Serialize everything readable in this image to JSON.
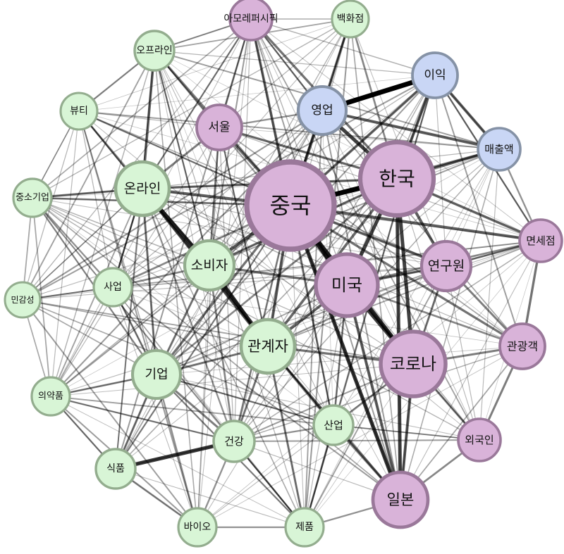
{
  "colors": {
    "purple_fill": "#d9b3d9",
    "purple_stroke": "#9a789a",
    "green_fill": "#d8f5d6",
    "green_stroke": "#93ad8e",
    "blue_fill": "#c9d6f5",
    "blue_stroke": "#8592a6",
    "edge": "#000000"
  },
  "nodes": [
    {
      "id": "amore",
      "label": "아모레퍼시픽",
      "group": "purple"
    },
    {
      "id": "department",
      "label": "백화점",
      "group": "green"
    },
    {
      "id": "offline",
      "label": "오프라인",
      "group": "green"
    },
    {
      "id": "profit",
      "label": "이익",
      "group": "blue"
    },
    {
      "id": "sales",
      "label": "영업",
      "group": "blue"
    },
    {
      "id": "beauty",
      "label": "뷰티",
      "group": "green"
    },
    {
      "id": "seoul",
      "label": "서울",
      "group": "purple"
    },
    {
      "id": "revenue",
      "label": "매출액",
      "group": "blue"
    },
    {
      "id": "korea",
      "label": "한국",
      "group": "purple"
    },
    {
      "id": "online",
      "label": "온라인",
      "group": "green"
    },
    {
      "id": "sme",
      "label": "중소기업",
      "group": "green"
    },
    {
      "id": "china",
      "label": "중국",
      "group": "purple"
    },
    {
      "id": "dutyfree",
      "label": "면세점",
      "group": "purple"
    },
    {
      "id": "consumer",
      "label": "소비자",
      "group": "green"
    },
    {
      "id": "researcher",
      "label": "연구원",
      "group": "purple"
    },
    {
      "id": "usa",
      "label": "미국",
      "group": "purple"
    },
    {
      "id": "business",
      "label": "사업",
      "group": "green"
    },
    {
      "id": "sensitive",
      "label": "민감성",
      "group": "green"
    },
    {
      "id": "official",
      "label": "관계자",
      "group": "green"
    },
    {
      "id": "tourist",
      "label": "관광객",
      "group": "purple"
    },
    {
      "id": "corona",
      "label": "코로나",
      "group": "purple"
    },
    {
      "id": "company",
      "label": "기업",
      "group": "green"
    },
    {
      "id": "medicine",
      "label": "의약품",
      "group": "green"
    },
    {
      "id": "industry",
      "label": "산업",
      "group": "green"
    },
    {
      "id": "foreigner",
      "label": "외국인",
      "group": "purple"
    },
    {
      "id": "health",
      "label": "건강",
      "group": "green"
    },
    {
      "id": "food",
      "label": "식품",
      "group": "green"
    },
    {
      "id": "japan",
      "label": "일본",
      "group": "purple"
    },
    {
      "id": "bio",
      "label": "바이오",
      "group": "green"
    },
    {
      "id": "product",
      "label": "제품",
      "group": "green"
    }
  ]
}
